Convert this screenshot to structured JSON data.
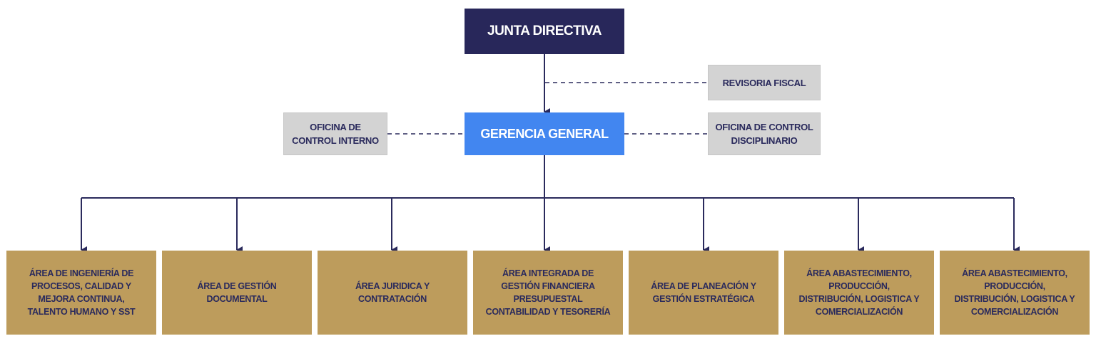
{
  "colors": {
    "board": "#28275a",
    "manager": "#4286f0",
    "support": "#d3d3d3",
    "area": "#bd9c5c",
    "line": "#2a2a5c"
  },
  "board": {
    "label": "JUNTA DIRECTIVA"
  },
  "fiscal": {
    "label": "REVISORIA FISCAL"
  },
  "manager": {
    "label": "GERENCIA GENERAL"
  },
  "internal_control": {
    "label": "OFICINA DE\nCONTROL INTERNO"
  },
  "disciplinary_control": {
    "label": "OFICINA DE CONTROL\nDISCIPLINARIO"
  },
  "areas": [
    {
      "label": "ÁREA DE INGENIERÍA DE\nPROCESOS, CALIDAD Y\nMEJORA CONTINUA,\nTALENTO HUMANO Y SST"
    },
    {
      "label": "ÁREA DE GESTIÓN\nDOCUMENTAL"
    },
    {
      "label": "ÁREA JURIDICA Y\nCONTRATACIÓN"
    },
    {
      "label": "ÁREA INTEGRADA DE\nGESTIÓN FINANCIERA\nPRESUPUESTAL\nCONTABILIDAD Y TESORERÍA"
    },
    {
      "label": "ÁREA DE PLANEACIÓN Y\nGESTIÓN ESTRATÉGICA"
    },
    {
      "label": "ÁREA ABASTECIMIENTO,\nPRODUCCIÓN,\nDISTRIBUCIÓN, LOGISTICA Y\nCOMERCIALIZACIÓN"
    },
    {
      "label": "ÁREA ABASTECIMIENTO,\nPRODUCCIÓN,\nDISTRIBUCIÓN, LOGISTICA Y\nCOMERCIALIZACIÓN"
    }
  ]
}
